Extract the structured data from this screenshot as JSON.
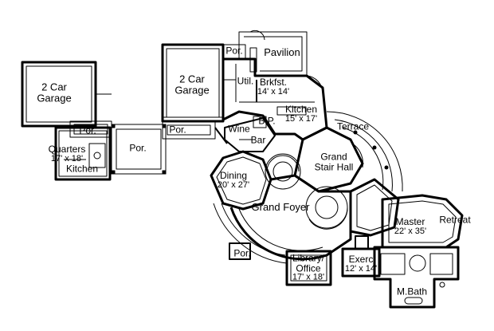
{
  "rooms": {
    "garage_left": {
      "name": "2 Car",
      "name2": "Garage"
    },
    "garage_center": {
      "name": "2 Car",
      "name2": "Garage"
    },
    "por_top": {
      "name": "Por."
    },
    "pavilion": {
      "name": "Pavilion"
    },
    "util": {
      "name": "Util."
    },
    "brkfst": {
      "name": "Brkfst.",
      "dim": "14' x 14'"
    },
    "kitchen": {
      "name": "Kitchen",
      "dim": "15' x 17'"
    },
    "por_left": {
      "name": "Por."
    },
    "quarters": {
      "name": "Quarters",
      "dim": "17' x 18'"
    },
    "kitchen_small": {
      "name": "Kitchen"
    },
    "por_mid": {
      "name": "Por."
    },
    "por_right": {
      "name": "Por."
    },
    "wine": {
      "name": "Wine"
    },
    "bar": {
      "name": "Bar"
    },
    "bp": {
      "name": "B.P."
    },
    "terrace": {
      "name": "Terrace"
    },
    "grand_stair": {
      "name": "Grand",
      "name2": "Stair Hall"
    },
    "dining": {
      "name": "Dining",
      "dim": "20' x 27'"
    },
    "grand_foyer": {
      "name": "Grand Foyer"
    },
    "master": {
      "name": "Master",
      "dim": "22' x 35'"
    },
    "retreat": {
      "name": "Retreat"
    },
    "por_bottom": {
      "name": "Por."
    },
    "library": {
      "name": "Library/",
      "name2": "Office",
      "dim": "17' x 18'"
    },
    "exerc": {
      "name": "Exerc",
      "dim": "12' x 14'"
    },
    "mbath": {
      "name": "M.Bath"
    }
  }
}
